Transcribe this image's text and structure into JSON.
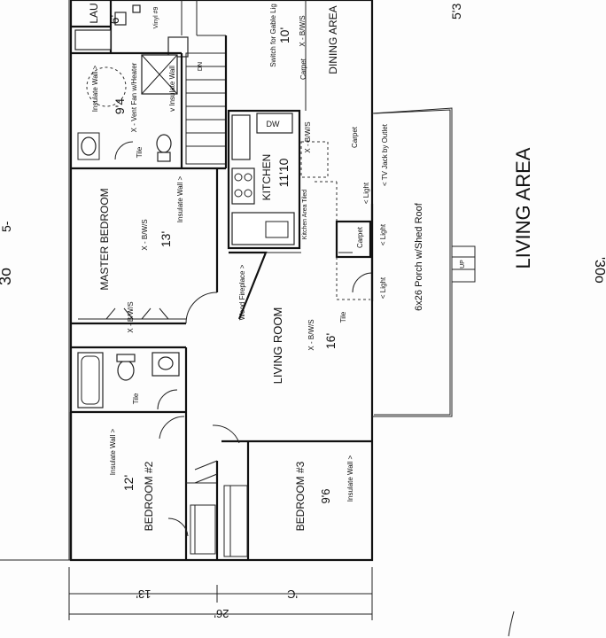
{
  "header": {
    "title": "LIVING AREA"
  },
  "rooms": {
    "living_room": "LIVING ROOM",
    "master_bedroom": "MASTER BEDROOM",
    "bedroom_2": "BEDROOM #2",
    "bedroom_3": "BEDROOM #3",
    "kitchen": "KITCHEN",
    "dining_area": "DINING AREA",
    "laundry": "LAU"
  },
  "dimensions": {
    "living_room": "16'",
    "master_bedroom": "13'",
    "bedroom_2": "12'",
    "bedroom_3": "9'6",
    "kitchen": "11'10",
    "dining": "10'",
    "bath": "9'4",
    "laundry": "6'",
    "overall_depth": "26'",
    "partial_depth": "13'",
    "partial_depth_2": "'C"
  },
  "notes": {
    "bws": "X - B/W/S",
    "bws_kitchen": "X - B/W/S",
    "bws_dining": "X - B/W/S",
    "bws_living": "X - B/W/S",
    "bws_master": "X - B/W/S",
    "bws_master_closet": "X - B/W/S",
    "insulate_wall_1": "Insulate Wall >",
    "insulate_wall_2": "Insulate Wall >",
    "insulate_wall_3": "Insulate Wall >",
    "insulate_wall_4": "Insulate Wall >",
    "insulate_wall_5": "v Insulate Wall",
    "vent_fan": "X - Vent Fan w/Heater",
    "vinyl": "Vinyl #9",
    "switch_gable": "Switch for Gable Lig",
    "carpet_1": "Carpet",
    "carpet_2": "Carpet",
    "carpet_3": "Carpet",
    "tile_1": "Tile",
    "tile_2": "Tile",
    "tile_3": "Tile",
    "kitchen_tiled": "Kitchen Area Tiled",
    "wood_fireplace": "Wood Fireplace >",
    "tv_jack": "< TV Jack by Outlet",
    "light_1": "< Light",
    "light_2": "< Light",
    "light_3": "< Light",
    "porch": "6x26 Porch w/Shed Roof",
    "dw": "DW",
    "dn": "DN",
    "up": "UP"
  },
  "handwritten": {
    "left_a": "3o",
    "left_b": "5-",
    "top_right": "5'3",
    "right": "'30o"
  }
}
